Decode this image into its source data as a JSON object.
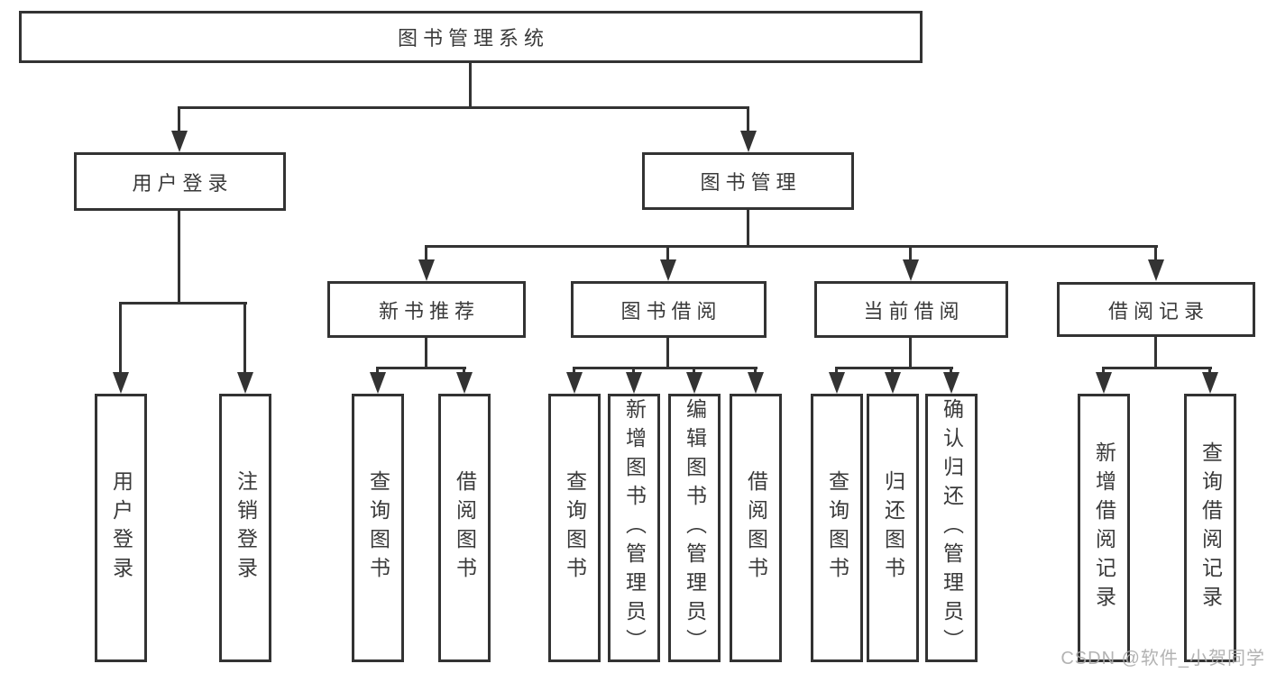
{
  "diagram": {
    "root": {
      "label": "图书管理系统"
    },
    "level2": [
      {
        "label": "用户登录",
        "leaves": [
          {
            "label": "用户登录"
          },
          {
            "label": "注销登录"
          }
        ]
      },
      {
        "label": "图书管理",
        "groups": [
          {
            "label": "新书推荐",
            "leaves": [
              {
                "label": "查询图书"
              },
              {
                "label": "借阅图书"
              }
            ]
          },
          {
            "label": "图书借阅",
            "leaves": [
              {
                "label": "查询图书"
              },
              {
                "label": "新增图书（管理员）"
              },
              {
                "label": "编辑图书（管理员）"
              },
              {
                "label": "借阅图书"
              }
            ]
          },
          {
            "label": "当前借阅",
            "leaves": [
              {
                "label": "查询图书"
              },
              {
                "label": "归还图书"
              },
              {
                "label": "确认归还（管理员）"
              }
            ]
          },
          {
            "label": "借阅记录",
            "leaves": [
              {
                "label": "新增借阅记录"
              },
              {
                "label": "查询借阅记录"
              }
            ]
          }
        ]
      }
    ]
  },
  "watermark": {
    "text": "CSDN @软件_小贺同学"
  },
  "colors": {
    "line": "#333333",
    "text": "#3a3a3a",
    "box_background": "#ffffff",
    "page_background": "#ffffff",
    "watermark": "#ababab"
  }
}
